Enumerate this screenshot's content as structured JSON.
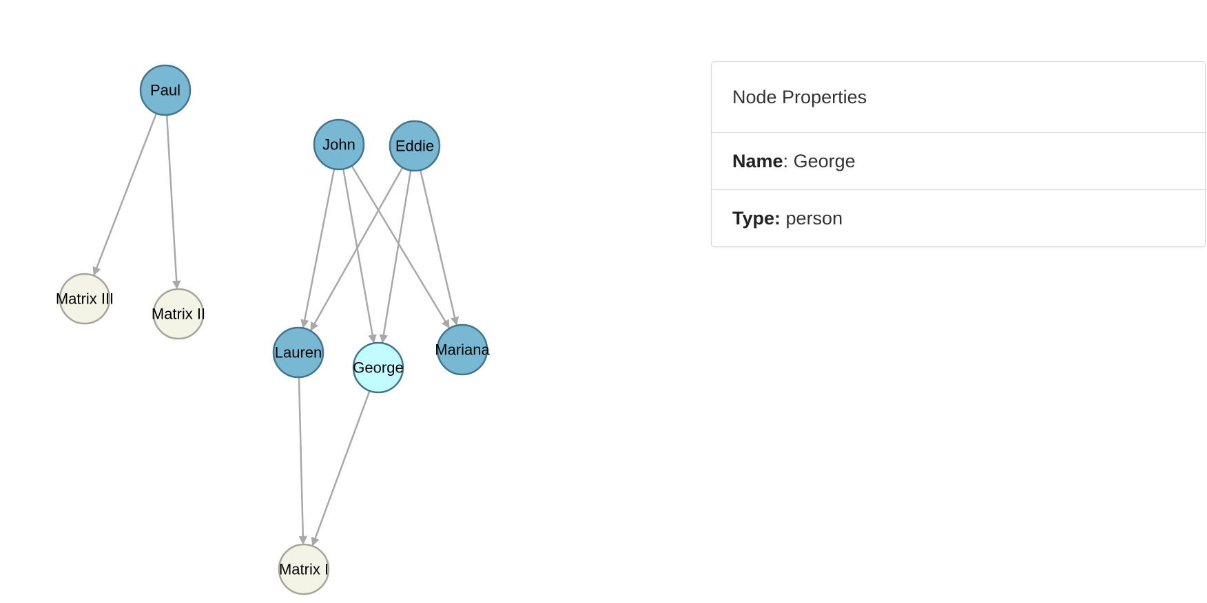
{
  "graph": {
    "colors": {
      "person_fill": "#78b8d2",
      "person_stroke": "#42758c",
      "selected_fill": "#c2fcfe",
      "selected_stroke": "#42758c",
      "movie_fill": "#f3f4e6",
      "movie_stroke": "#a4a49b",
      "edge": "#a8a8a8"
    },
    "nodes": [
      {
        "id": "paul",
        "label": "Paul",
        "kind": "person"
      },
      {
        "id": "john",
        "label": "John",
        "kind": "person"
      },
      {
        "id": "eddie",
        "label": "Eddie",
        "kind": "person"
      },
      {
        "id": "matrix3",
        "label": "Matrix III",
        "kind": "movie"
      },
      {
        "id": "matrix2",
        "label": "Matrix II",
        "kind": "movie"
      },
      {
        "id": "lauren",
        "label": "Lauren",
        "kind": "person"
      },
      {
        "id": "george",
        "label": "George",
        "kind": "selected"
      },
      {
        "id": "mariana",
        "label": "Mariana",
        "kind": "person"
      },
      {
        "id": "matrix1",
        "label": "Matrix I",
        "kind": "movie"
      }
    ],
    "edges": [
      {
        "from": "paul",
        "to": "matrix3"
      },
      {
        "from": "paul",
        "to": "matrix2"
      },
      {
        "from": "john",
        "to": "lauren"
      },
      {
        "from": "john",
        "to": "george"
      },
      {
        "from": "john",
        "to": "mariana"
      },
      {
        "from": "eddie",
        "to": "lauren"
      },
      {
        "from": "eddie",
        "to": "george"
      },
      {
        "from": "eddie",
        "to": "mariana"
      },
      {
        "from": "lauren",
        "to": "matrix1"
      },
      {
        "from": "george",
        "to": "matrix1"
      }
    ]
  },
  "properties": {
    "title": "Node Properties",
    "name_label": "Name",
    "name_value": "George",
    "type_label": "Type:",
    "type_value": "person"
  }
}
